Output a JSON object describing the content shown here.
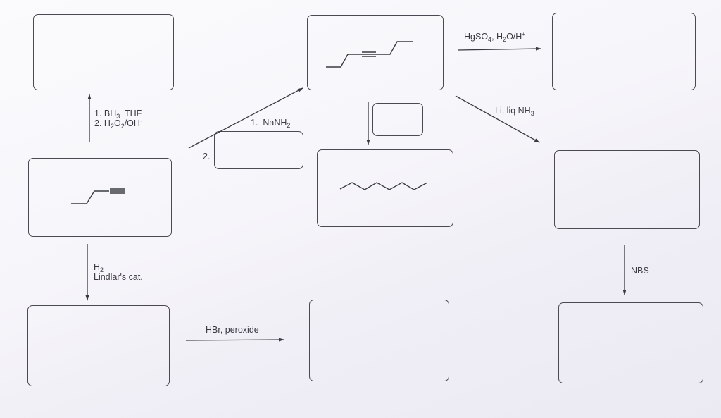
{
  "diagram": {
    "title": "",
    "starting_material": {
      "name": "1-butyne",
      "structure": "but-1-yne (skeletal, terminal alkyne)"
    },
    "center_top_structure": {
      "name": "oct-4-yne",
      "structure": "internal alkyne (skeletal)"
    },
    "center_middle_structure": {
      "name": "octane",
      "structure": "zigzag 8-carbon chain (skeletal)"
    },
    "reagents": {
      "hydroboration": {
        "line1": "1. BH",
        "line1_sub": "3",
        "line1_tail": "  THF",
        "line2_pre": "2. H",
        "line2_sub1": "2",
        "line2_mid": "O",
        "line2_sub2": "2",
        "line2_tail": "/OH",
        "line2_sup": "-"
      },
      "alkylation": {
        "step1_pre": "1.  NaNH",
        "step1_sub": "2",
        "step2": "2."
      },
      "hydration": {
        "pre": "HgSO",
        "sub1": "4",
        "mid": ", H",
        "sub2": "2",
        "tail": "O/H",
        "sup": "+"
      },
      "dissolving_metal": {
        "pre": "Li, liq NH",
        "sub": "3"
      },
      "lindlar": {
        "line1_pre": "H",
        "line1_sub": "2",
        "line2": "Lindlar's cat."
      },
      "radical_hbr": {
        "text": "HBr, peroxide"
      },
      "bromination": {
        "text": "NBS"
      }
    },
    "answer_boxes": [
      {
        "id": "box-hydroboration-product",
        "content": ""
      },
      {
        "id": "box-alkylation-reagent",
        "content": ""
      },
      {
        "id": "box-hydrogenation-reagent",
        "content": ""
      },
      {
        "id": "box-hydration-product",
        "content": ""
      },
      {
        "id": "box-trans-alkene-product",
        "content": ""
      },
      {
        "id": "box-cis-alkene-product",
        "content": ""
      },
      {
        "id": "box-hbr-product",
        "content": ""
      },
      {
        "id": "box-nbs-product",
        "content": ""
      }
    ],
    "colors": {
      "line": "#3a3a42",
      "box_border": "#4a4a52",
      "background": "#f5f4f9"
    }
  }
}
